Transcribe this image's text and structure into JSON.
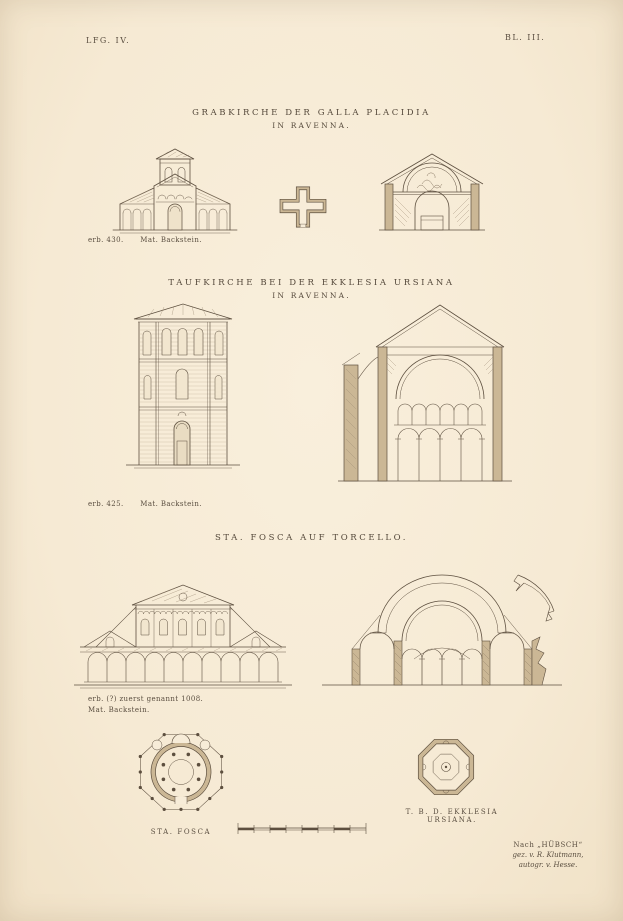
{
  "plate": {
    "corner_left": "LFG. IV.",
    "corner_right": "BL. III."
  },
  "section_galla": {
    "title1": "GRABKIRCHE DER GALLA PLACIDIA",
    "title2": "IN RAVENNA.",
    "caption_erb": "erb. 430.",
    "caption_mat": "Mat. Backstein."
  },
  "section_taufkirche": {
    "title1": "TAUFKIRCHE BEI DER EKKLESIA URSIANA",
    "title2": "IN RAVENNA.",
    "caption_erb": "erb. 425.",
    "caption_mat": "Mat. Backstein."
  },
  "section_fosca": {
    "title1": "STA. FOSCA AUF TORCELLO.",
    "caption_line1": "erb. (?) zuerst genannt 1008.",
    "caption_line2": "Mat. Backstein."
  },
  "plan_labels": {
    "fosca": "STA. FOSCA",
    "ursiana": "T. B. D. EKKLESIA URSIANA."
  },
  "credits": {
    "line1": "Nach „HÜBSCH“",
    "line2": "gez. v. R. Klutmann,",
    "line3": "autogr. v. Hesse."
  },
  "colors": {
    "paper": "#f7ecd8",
    "ink": "#5d4f3f"
  }
}
